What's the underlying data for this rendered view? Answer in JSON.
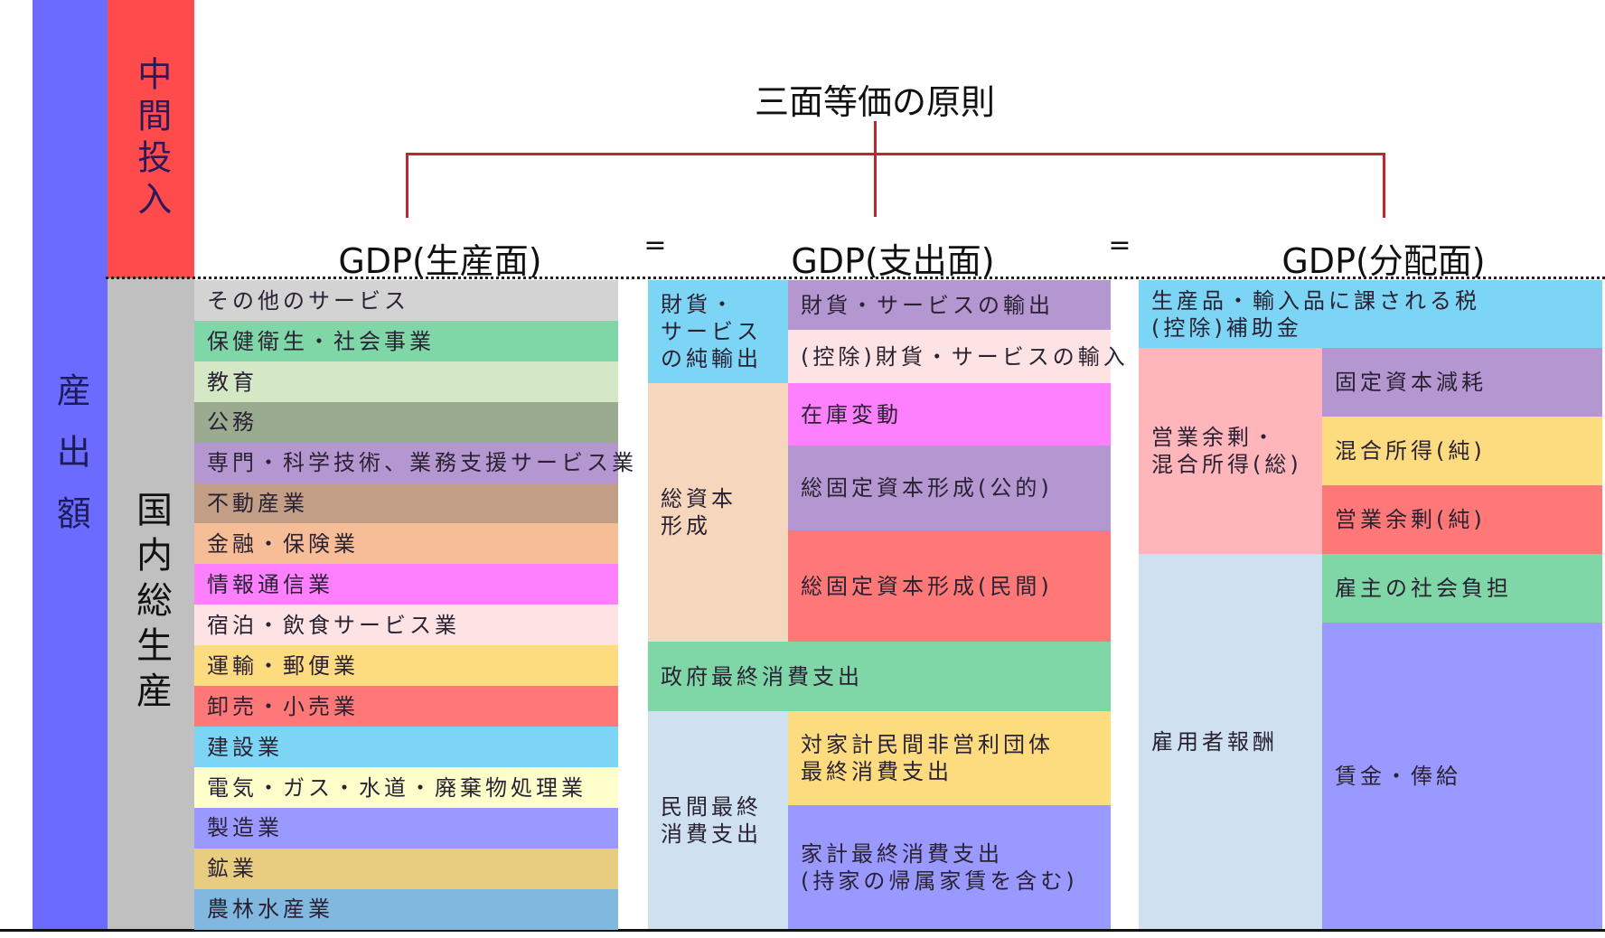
{
  "title": "三面等価の原則",
  "left_bars": {
    "output": "産出額",
    "intermediate": "中間投入",
    "gdp": "国内総生産"
  },
  "headers": {
    "production": "GDP(生産面)",
    "expenditure": "GDP(支出面)",
    "distribution": "GDP(分配面)",
    "eq1": "=",
    "eq2": "="
  },
  "colors": {
    "output_bar": "#6b6bff",
    "intermediate_bar": "#ff4b4b",
    "gdp_bar": "#c0c0c0",
    "tree_line": "#c0262b"
  },
  "production": [
    {
      "label": "その他のサービス",
      "color": "#d3d3d3"
    },
    {
      "label": "保健衛生・社会事業",
      "color": "#7fd6a6"
    },
    {
      "label": "教育",
      "color": "#d4e8c6"
    },
    {
      "label": "公務",
      "color": "#9aab8f"
    },
    {
      "label": "専門・科学技術、業務支援サービス業",
      "color": "#b497d0"
    },
    {
      "label": "不動産業",
      "color": "#c29e86"
    },
    {
      "label": "金融・保険業",
      "color": "#f6bd97"
    },
    {
      "label": "情報通信業",
      "color": "#ff80ff"
    },
    {
      "label": "宿泊・飲食サービス業",
      "color": "#fde3e3"
    },
    {
      "label": "運輸・郵便業",
      "color": "#fddc80"
    },
    {
      "label": "卸売・小売業",
      "color": "#ff7878"
    },
    {
      "label": "建設業",
      "color": "#7dd5f6"
    },
    {
      "label": "電気・ガス・水道・廃棄物処理業",
      "color": "#ffffcc"
    },
    {
      "label": "製造業",
      "color": "#9999ff"
    },
    {
      "label": "鉱業",
      "color": "#e8cc80"
    },
    {
      "label": "農林水産業",
      "color": "#80b8e0"
    }
  ],
  "expenditure": {
    "net_exports": {
      "lines": [
        "財貨・",
        "サービス",
        "の純輸出"
      ],
      "color": "#7dd5f6"
    },
    "exports": {
      "lines": [
        "財貨・サービスの輸出"
      ],
      "color": "#b497d0"
    },
    "imports": {
      "lines": [
        "(控除)財貨・サービスの輸入"
      ],
      "color": "#fde3e3"
    },
    "gross_capital": {
      "lines": [
        "総資本",
        "形成"
      ],
      "color": "#f6d6bd"
    },
    "inventory": {
      "lines": [
        "在庫変動"
      ],
      "color": "#ff80ff"
    },
    "gfcf_public": {
      "lines": [
        "総固定資本形成(公的)"
      ],
      "color": "#b497d0"
    },
    "gfcf_private": {
      "lines": [
        "総固定資本形成(民間)"
      ],
      "color": "#ff7878"
    },
    "government": {
      "lines": [
        "政府最終消費支出"
      ],
      "color": "#7fd6a6"
    },
    "private_consumption": {
      "lines": [
        "民間最終",
        "消費支出"
      ],
      "color": "#cfe1f1"
    },
    "npish": {
      "lines": [
        "対家計民間非営利団体",
        "最終消費支出"
      ],
      "color": "#fddc80"
    },
    "household": {
      "lines": [
        "家計最終消費支出",
        "(持家の帰属家賃を含む)"
      ],
      "color": "#9999ff"
    }
  },
  "distribution": {
    "taxes": {
      "lines": [
        "生産品・輸入品に課される税",
        "(控除)補助金"
      ],
      "color": "#7dd5f6"
    },
    "operating_gross": {
      "lines": [
        "営業余剰・",
        "混合所得(総)"
      ],
      "color": "#ffb6bb"
    },
    "depreciation": {
      "lines": [
        "固定資本減耗"
      ],
      "color": "#b497d0"
    },
    "mixed_income": {
      "lines": [
        "混合所得(純)"
      ],
      "color": "#fddc80"
    },
    "operating_net": {
      "lines": [
        "営業余剰(純)"
      ],
      "color": "#ff7878"
    },
    "compensation": {
      "lines": [
        "雇用者報酬"
      ],
      "color": "#cfe1f1"
    },
    "employer_social": {
      "lines": [
        "雇主の社会負担"
      ],
      "color": "#7fd6a6"
    },
    "wages": {
      "lines": [
        "賃金・俸給"
      ],
      "color": "#9999ff"
    }
  }
}
